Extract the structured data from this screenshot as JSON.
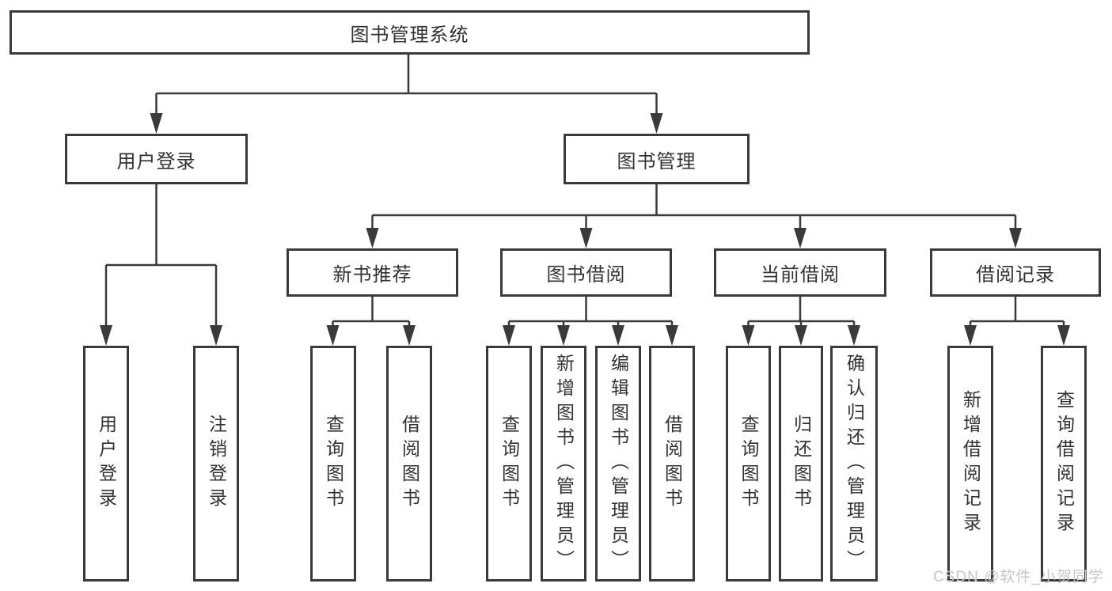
{
  "diagram_type": "functional-structure-tree",
  "colors": {
    "line": "#3a3a3a",
    "box_border": "#3a3a3a",
    "box_fill": "#ffffff",
    "text": "#323232",
    "watermark": "#c6c6c6",
    "background": "#ffffff"
  },
  "watermark": "CSDN @软件_小贺同学",
  "tree": {
    "label": "图书管理系统",
    "children": [
      {
        "label": "用户登录",
        "children": [
          {
            "label": "用户登录"
          },
          {
            "label": "注销登录"
          }
        ]
      },
      {
        "label": "图书管理",
        "children": [
          {
            "label": "新书推荐",
            "children": [
              {
                "label": "查询图书"
              },
              {
                "label": "借阅图书"
              }
            ]
          },
          {
            "label": "图书借阅",
            "children": [
              {
                "label": "查询图书"
              },
              {
                "label": "新增图书（管理员）"
              },
              {
                "label": "编辑图书（管理员）"
              },
              {
                "label": "借阅图书"
              }
            ]
          },
          {
            "label": "当前借阅",
            "children": [
              {
                "label": "查询图书"
              },
              {
                "label": "归还图书"
              },
              {
                "label": "确认归还（管理员）"
              }
            ]
          },
          {
            "label": "借阅记录",
            "children": [
              {
                "label": "新增借阅记录"
              },
              {
                "label": "查询借阅记录"
              }
            ]
          }
        ]
      }
    ]
  }
}
